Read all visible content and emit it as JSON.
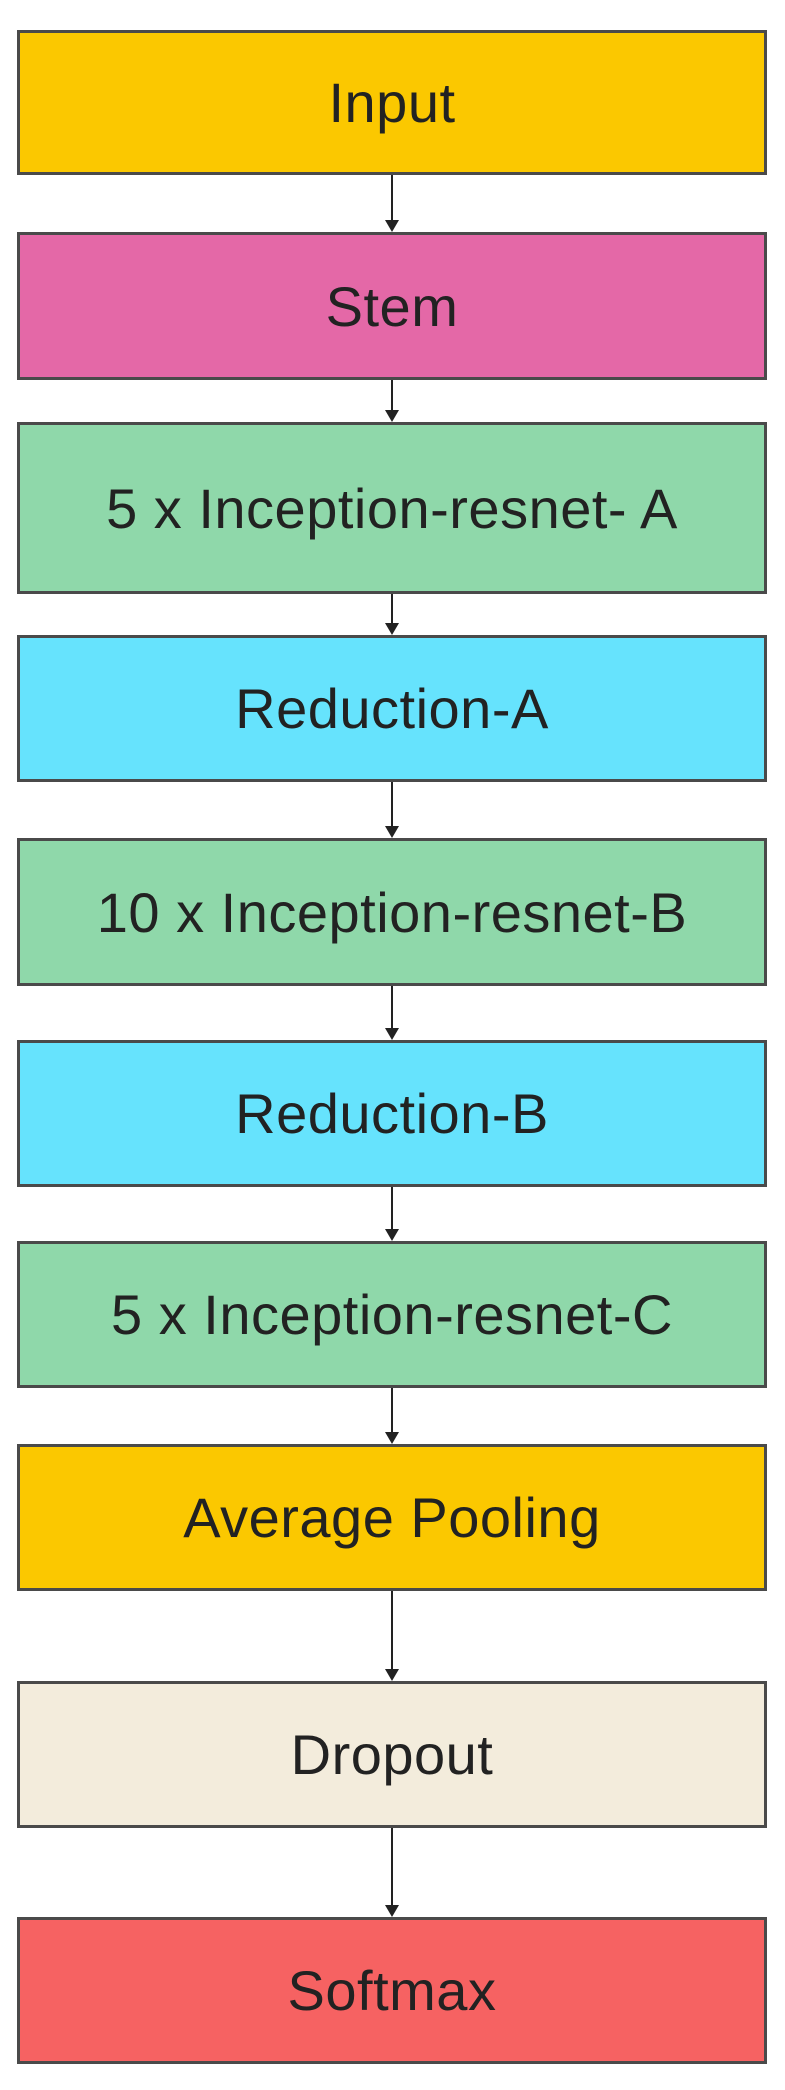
{
  "diagram": {
    "blocks": [
      {
        "id": "input",
        "label": "Input",
        "color": "#FBC800"
      },
      {
        "id": "stem",
        "label": "Stem",
        "color": "#E468A7"
      },
      {
        "id": "inception-resnet-a",
        "label": "5 x  Inception-resnet- A",
        "color": "#8FD8AA"
      },
      {
        "id": "reduction-a",
        "label": "Reduction-A",
        "color": "#66E3FD"
      },
      {
        "id": "inception-resnet-b",
        "label": "10 x  Inception-resnet-B",
        "color": "#8FD8AA"
      },
      {
        "id": "reduction-b",
        "label": "Reduction-B",
        "color": "#66E3FD"
      },
      {
        "id": "inception-resnet-c",
        "label": "5 x  Inception-resnet-C",
        "color": "#8FD8AA"
      },
      {
        "id": "average-pooling",
        "label": "Average Pooling",
        "color": "#FBC800"
      },
      {
        "id": "dropout",
        "label": "Dropout",
        "color": "#F3ECDC"
      },
      {
        "id": "softmax",
        "label": "Softmax",
        "color": "#F66262"
      }
    ],
    "arrows": [
      {
        "from": "input",
        "to": "stem"
      },
      {
        "from": "stem",
        "to": "inception-resnet-a"
      },
      {
        "from": "inception-resnet-a",
        "to": "reduction-a"
      },
      {
        "from": "reduction-a",
        "to": "inception-resnet-b"
      },
      {
        "from": "inception-resnet-b",
        "to": "reduction-b"
      },
      {
        "from": "reduction-b",
        "to": "inception-resnet-c"
      },
      {
        "from": "inception-resnet-c",
        "to": "average-pooling"
      },
      {
        "from": "average-pooling",
        "to": "dropout"
      },
      {
        "from": "dropout",
        "to": "softmax"
      }
    ]
  }
}
